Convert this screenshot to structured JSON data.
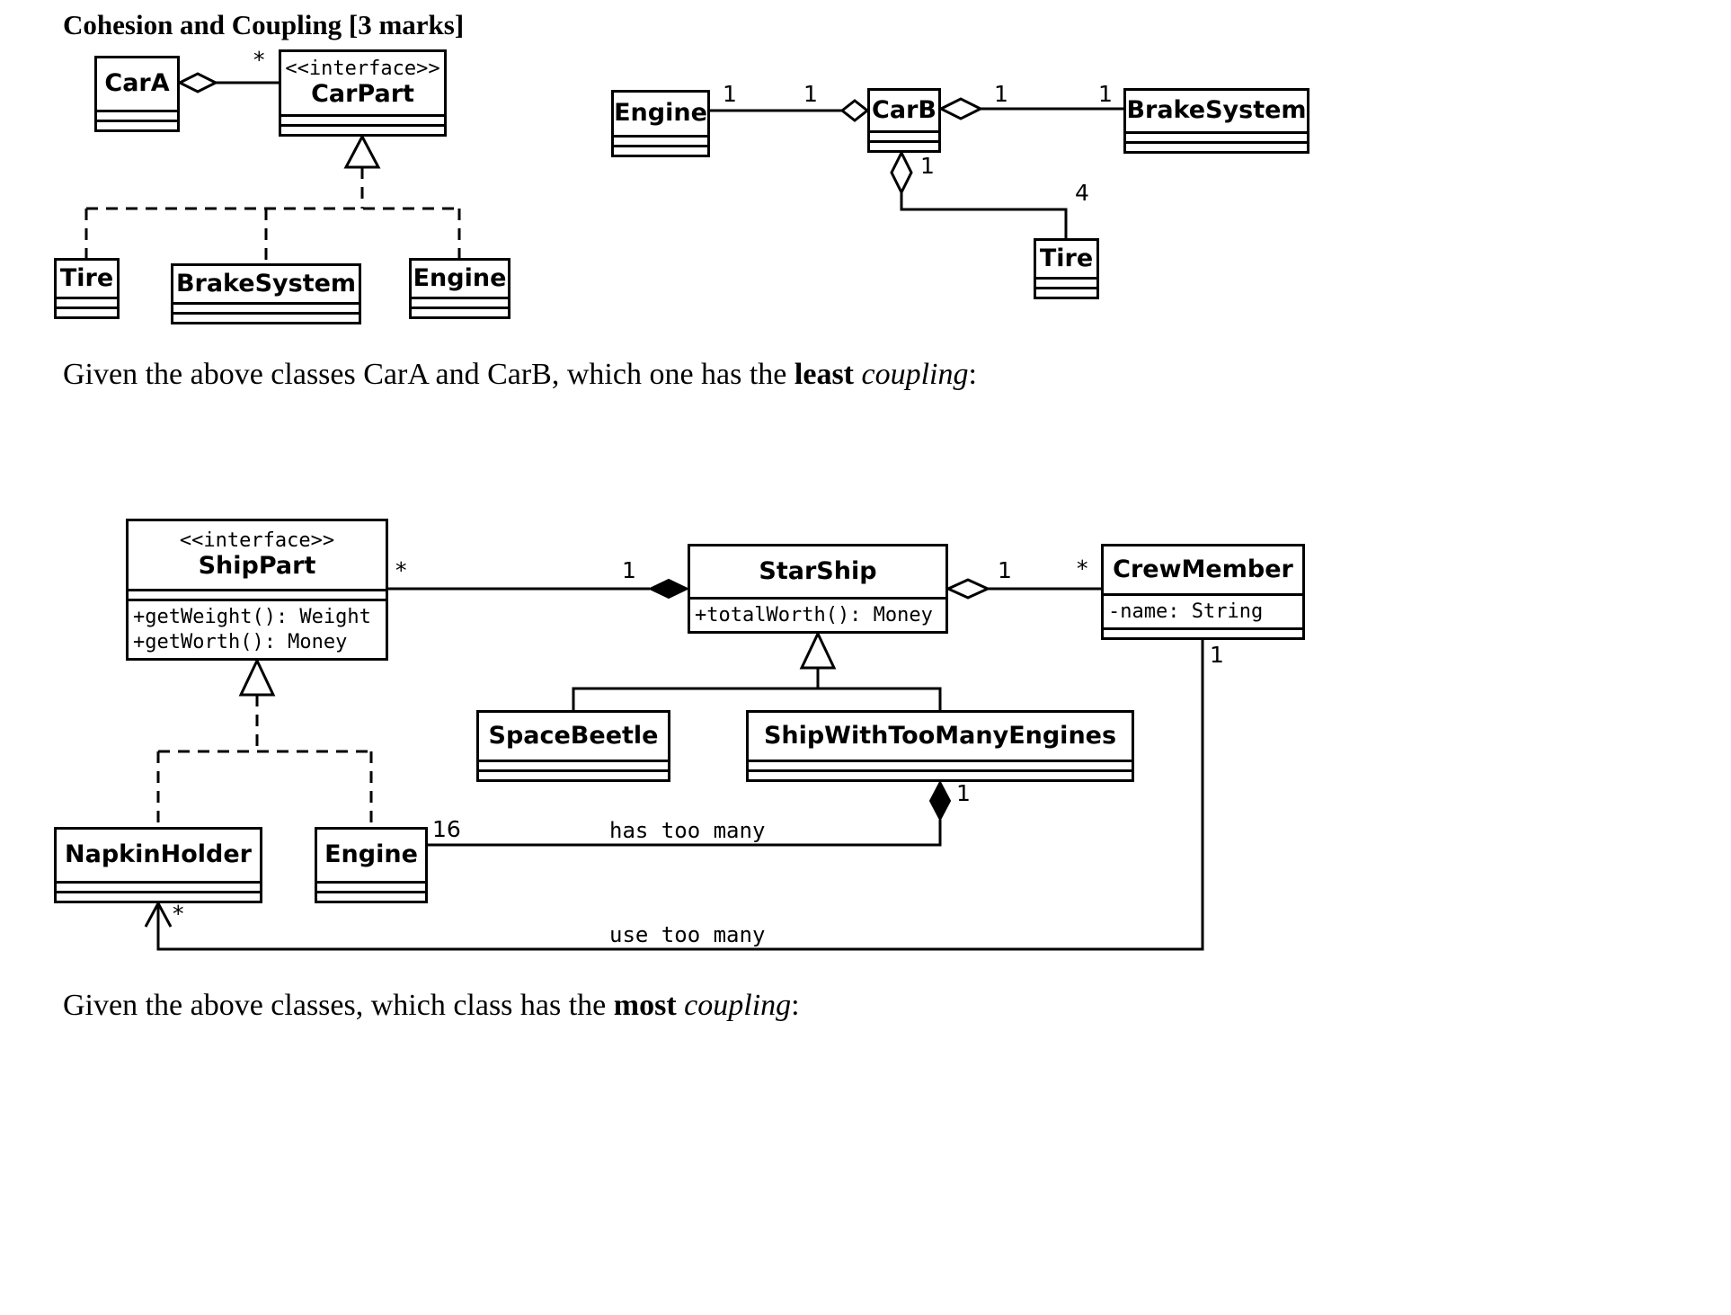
{
  "theme": {
    "ink": "#000000",
    "paper": "#ffffff"
  },
  "page": {
    "title": "Cohesion and Coupling [3 marks]"
  },
  "questions": {
    "q1": {
      "prefix": "Given the above classes CarA and CarB, which one has the ",
      "bold": "least",
      "separator": " ",
      "italic": "coupling",
      "suffix": ":"
    },
    "q2": {
      "prefix": "Given the above classes, which class has the ",
      "bold": "most",
      "separator": " ",
      "italic": "coupling",
      "suffix": ":"
    }
  },
  "diagram1": {
    "carA": {
      "name": "CarA"
    },
    "carPart": {
      "stereotype": "<<interface>>",
      "name": "CarPart"
    },
    "tire": {
      "name": "Tire"
    },
    "brakeSystem": {
      "name": "BrakeSystem"
    },
    "engine": {
      "name": "Engine"
    },
    "engineB": {
      "name": "Engine"
    },
    "carB": {
      "name": "CarB"
    },
    "brakeSystemB": {
      "name": "BrakeSystem"
    },
    "tireB": {
      "name": "Tire"
    },
    "labels": {
      "carA_carPart_mult": "*",
      "engine_src": "1",
      "engine_dst": "1",
      "brake_src": "1",
      "brake_dst": "1",
      "carB_tire_src": "1",
      "carB_tire_dst": "4"
    }
  },
  "diagram2": {
    "shipPart": {
      "stereotype": "<<interface>>",
      "name": "ShipPart",
      "methods": [
        "+getWeight(): Weight",
        "+getWorth(): Money"
      ]
    },
    "starShip": {
      "name": "StarShip",
      "methods": [
        "+totalWorth(): Money"
      ]
    },
    "crewMember": {
      "name": "CrewMember",
      "attributes": [
        "-name: String"
      ]
    },
    "spaceBeetle": {
      "name": "SpaceBeetle"
    },
    "shipWithTooManyEngines": {
      "name": "ShipWithTooManyEngines"
    },
    "napkinHolder": {
      "name": "NapkinHolder"
    },
    "engine": {
      "name": "Engine"
    },
    "labels": {
      "shipPart_mult": "*",
      "starShip_src": "1",
      "crew_src": "1",
      "crew_mult": "*",
      "swtme_src": "1",
      "engine_mult": "16",
      "crew_dep": "1",
      "napkin_mult": "*",
      "hasTooMany": "has too many",
      "useTooMany": "use too many"
    }
  }
}
